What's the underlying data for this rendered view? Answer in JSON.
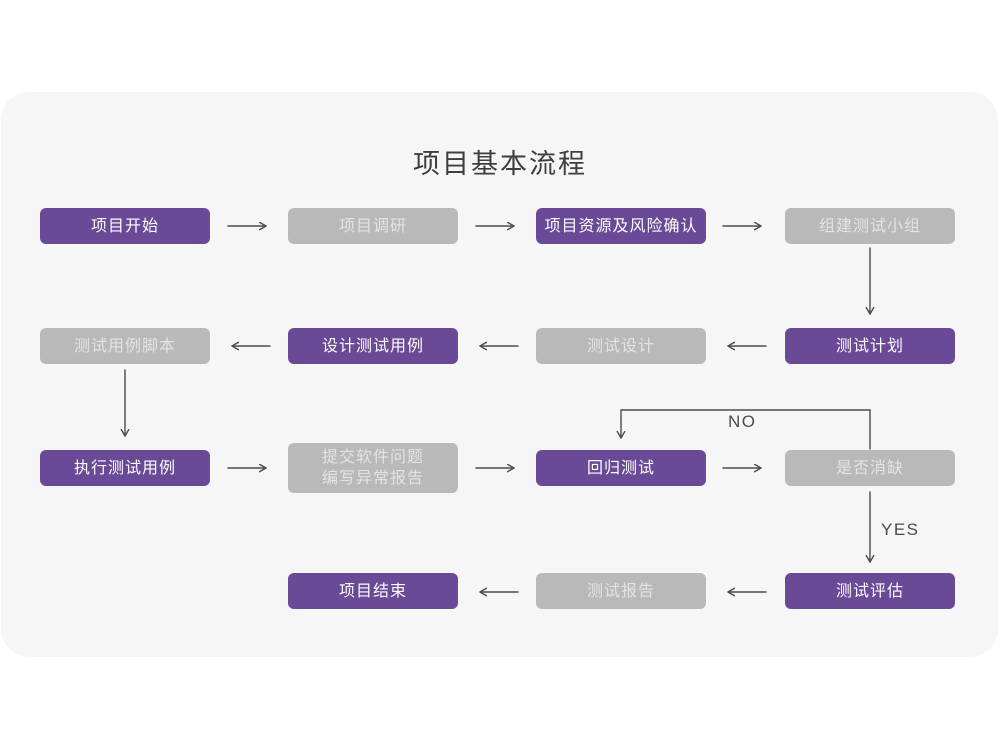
{
  "title": "项目基本流程",
  "colors": {
    "purple": "#6a4a97",
    "gray": "#b9b9b9",
    "arrow": "#4c4c4c",
    "card": "#f6f6f7"
  },
  "labels": {
    "no": "NO",
    "yes": "YES"
  },
  "nodes": {
    "start": {
      "label": "项目开始",
      "variant": "purple"
    },
    "research": {
      "label": "项目调研",
      "variant": "gray"
    },
    "risk": {
      "label": "项目资源及风险确认",
      "variant": "purple"
    },
    "team": {
      "label": "组建测试小组",
      "variant": "gray"
    },
    "plan": {
      "label": "测试计划",
      "variant": "purple"
    },
    "design": {
      "label": "测试设计",
      "variant": "gray"
    },
    "cases": {
      "label": "设计测试用例",
      "variant": "purple"
    },
    "script": {
      "label": "测试用例脚本",
      "variant": "gray"
    },
    "execute": {
      "label": "执行测试用例",
      "variant": "purple"
    },
    "issue": {
      "line1": "提交软件问题",
      "line2": "编写异常报告",
      "variant": "gray"
    },
    "regression": {
      "label": "回归测试",
      "variant": "purple"
    },
    "defect": {
      "label": "是否消缺",
      "variant": "gray"
    },
    "evaluate": {
      "label": "测试评估",
      "variant": "purple"
    },
    "report": {
      "label": "测试报告",
      "variant": "gray"
    },
    "end": {
      "label": "项目结束",
      "variant": "purple"
    }
  },
  "edges": [
    "项目开始 → 项目调研",
    "项目调研 → 项目资源及风险确认",
    "项目资源及风险确认 → 组建测试小组",
    "组建测试小组 → 测试计划",
    "测试计划 → 测试设计",
    "测试设计 → 设计测试用例",
    "设计测试用例 → 测试用例脚本",
    "测试用例脚本 → 执行测试用例",
    "执行测试用例 → 提交软件问题编写异常报告",
    "提交软件问题编写异常报告 → 回归测试",
    "回归测试 → 是否消缺",
    "是否消缺 → 回归测试 (NO)",
    "是否消缺 → 测试评估 (YES)",
    "测试评估 → 测试报告",
    "测试报告 → 项目结束"
  ]
}
